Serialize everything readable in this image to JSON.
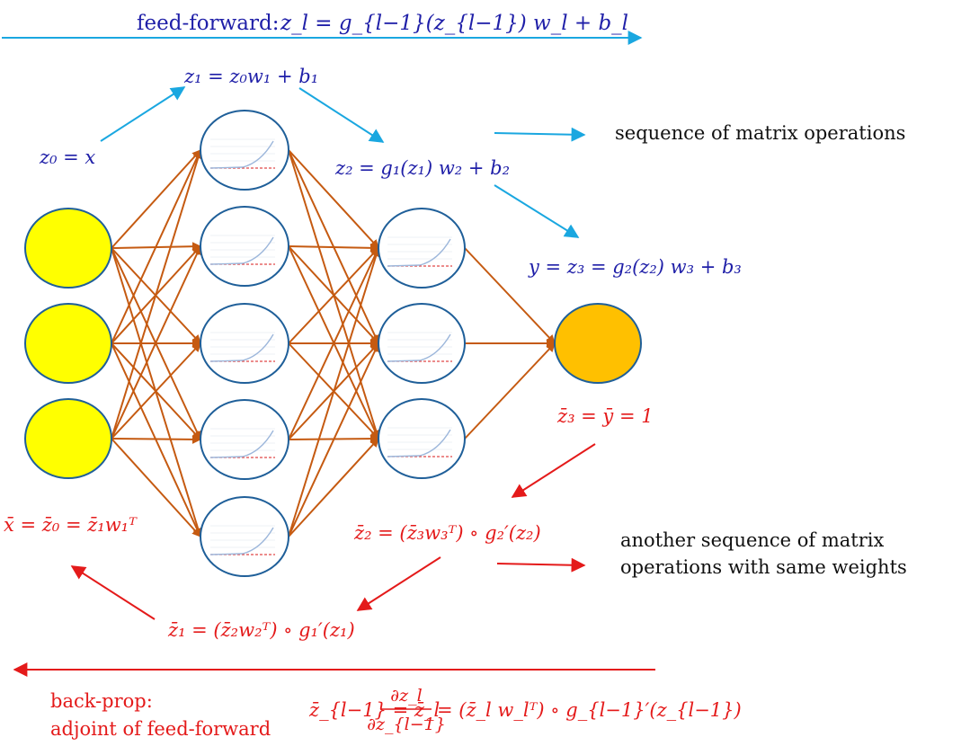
{
  "colors": {
    "input_node": "#ffff00",
    "output_node": "#ffc000",
    "hidden_node": "#ffffff",
    "node_stroke": "#1f5f99",
    "edge": "#c55a11",
    "forward_arrow": "#1aa7e0",
    "forward_text": "#1f1fa8",
    "backward": "#e41a1a",
    "black_text": "#111111",
    "activation_curve": "#9db7db",
    "activation_baseline": "#e04848"
  },
  "header": {
    "feed_forward_label": "feed-forward:",
    "feed_forward_formula": "z_l = g_{l−1}(z_{l−1}) w_l + b_l"
  },
  "forward": {
    "z0": "z₀ = x",
    "z1": "z₁ = z₀w₁ + b₁",
    "z2": "z₂ = g₁(z₁) w₂ + b₂",
    "y": "y = z₃ = g₂(z₂) w₃ + b₃"
  },
  "notes": {
    "forward_note": "sequence of matrix operations",
    "backward_note_line1": "another sequence of matrix",
    "backward_note_line2": "operations with same weights"
  },
  "backward": {
    "zbar3": "z̄₃ = ȳ = 1",
    "zbar2": "z̄₂ = (z̄₃w₃ᵀ) ∘ g₂′(z₂)",
    "zbar1": "z̄₁ = (z̄₂w₂ᵀ) ∘ g₁′(z₁)",
    "xbar": "x̄ = z̄₀ = z̄₁w₁ᵀ",
    "backprop_label_line1": "back-prop:",
    "backprop_label_line2": "adjoint of feed-forward",
    "backprop_formula_left": "z̄_{l−1} = z̄_l",
    "backprop_formula_frac_num": "∂z_l",
    "backprop_formula_frac_den": "∂z_{l−1}",
    "backprop_formula_right": "= (z̄_l w_lᵀ) ∘ g_{l−1}′(z_{l−1})"
  },
  "network": {
    "layer_sizes": [
      3,
      5,
      3,
      1
    ]
  }
}
